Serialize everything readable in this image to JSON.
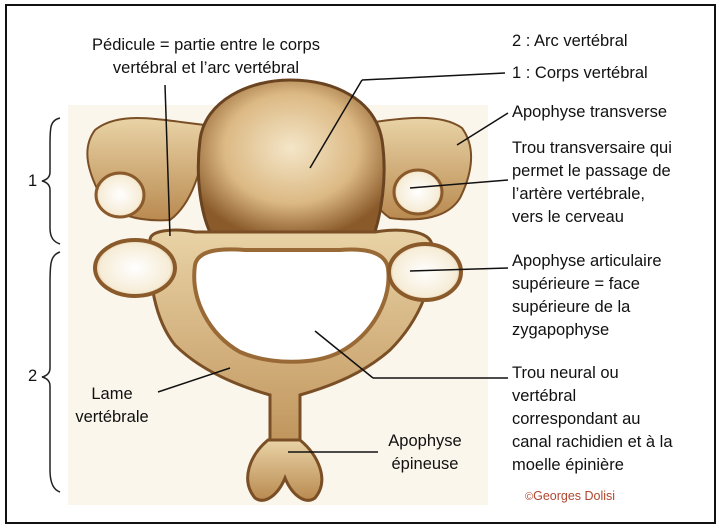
{
  "labels": {
    "pedicule": "Pédicule = partie entre le corps\nvertébral et l’arc vertébral",
    "arc": "2 : Arc vertébral",
    "corps": "1 : Corps vertébral",
    "apophyse_transverse": "Apophyse transverse",
    "trou_transversaire": "Trou transversaire qui\npermet le passage de\nl’artère vertébrale,\nvers le cerveau",
    "apophyse_articulaire": "Apophyse articulaire\nsupérieure = face\nsupérieure de la\nzygapophyse",
    "trou_neural": "Trou neural ou\nvertébral\ncorrespondant au\ncanal rachidien et à la\nmoelle épinière",
    "lame": "Lame\nvertébrale",
    "apophyse_epineuse": "Apophyse\népineuse",
    "bracket_1": "1",
    "bracket_2": "2"
  },
  "credit": {
    "symbol": "©",
    "text": "Georges Dolisi"
  },
  "colors": {
    "bone_light": "#efdcb4",
    "bone_mid": "#c89a5e",
    "bone_dark": "#7a4f25",
    "background_tint": "#fbf6ec",
    "credit": "#b0462f"
  }
}
